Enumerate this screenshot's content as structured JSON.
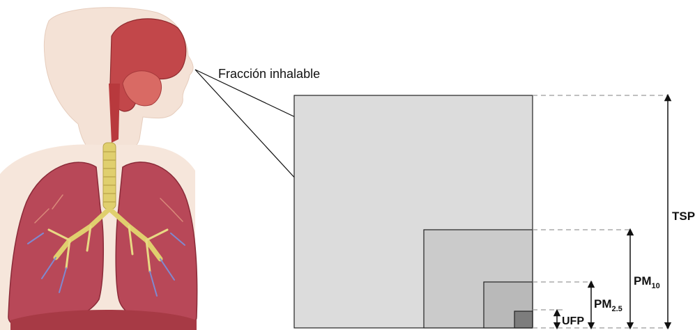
{
  "labels": {
    "inhalable": "Fracción inhalable",
    "tsp": "TSP",
    "pm10_base": "PM",
    "pm10_sub": "10",
    "pm25_base": "PM",
    "pm25_sub": "2.5",
    "ufp": "UFP"
  },
  "colors": {
    "outer_box": "#dcdcdc",
    "pm10_box": "#cbcbcb",
    "pm25_box": "#b9b9b9",
    "ufp_box": "#7d7d7d",
    "skin": "#f7e7dc",
    "lung": "#b9495a",
    "airway": "#d9c96a",
    "tissue": "#b33a3f"
  }
}
